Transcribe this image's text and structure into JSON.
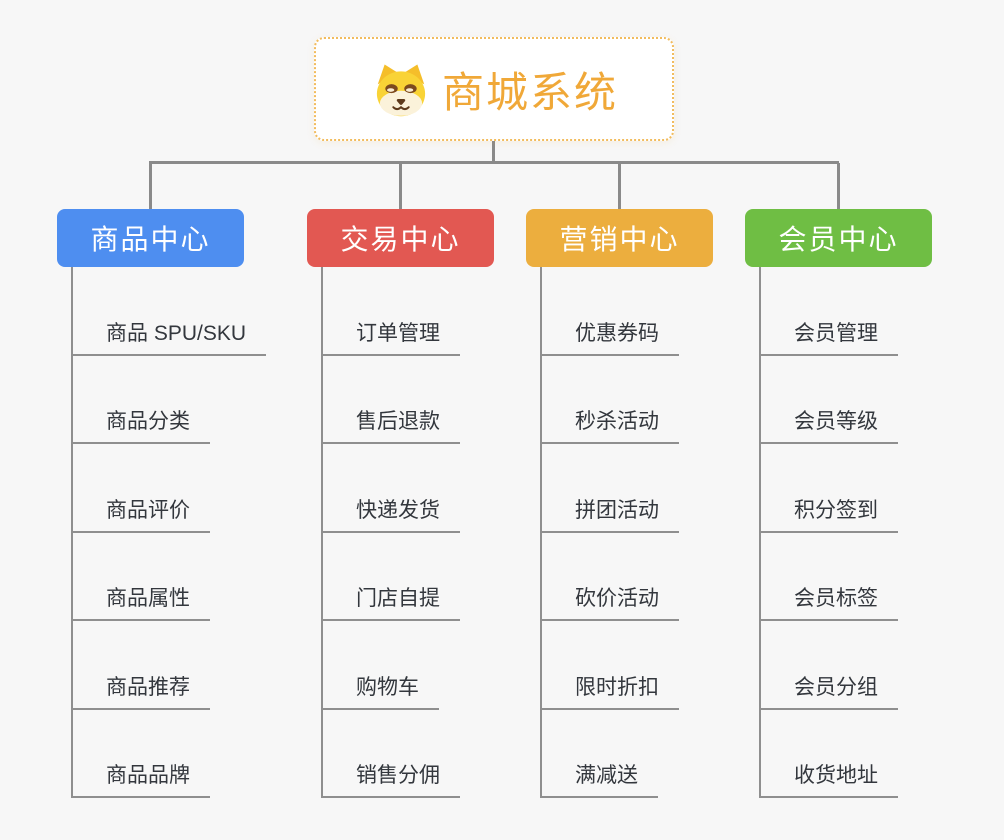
{
  "background": "#F7F7F7",
  "connector_color": "#8A8A8A",
  "root": {
    "title": "商城系统",
    "icon": "dog-face-icon",
    "title_color": "#F0A838",
    "border_color": "#F2BC5E"
  },
  "branches": [
    {
      "label": "商品中心",
      "color": "#4E8EF0",
      "items": [
        "商品 SPU/SKU",
        "商品分类",
        "商品评价",
        "商品属性",
        "商品推荐",
        "商品品牌"
      ]
    },
    {
      "label": "交易中心",
      "color": "#E25852",
      "items": [
        "订单管理",
        "售后退款",
        "快递发货",
        "门店自提",
        "购物车",
        "销售分佣"
      ]
    },
    {
      "label": "营销中心",
      "color": "#ECAE3E",
      "items": [
        "优惠券码",
        "秒杀活动",
        "拼团活动",
        "砍价活动",
        "限时折扣",
        "满减送"
      ]
    },
    {
      "label": "会员中心",
      "color": "#6FBE44",
      "items": [
        "会员管理",
        "会员等级",
        "积分签到",
        "会员标签",
        "会员分组",
        "收货地址"
      ]
    }
  ]
}
